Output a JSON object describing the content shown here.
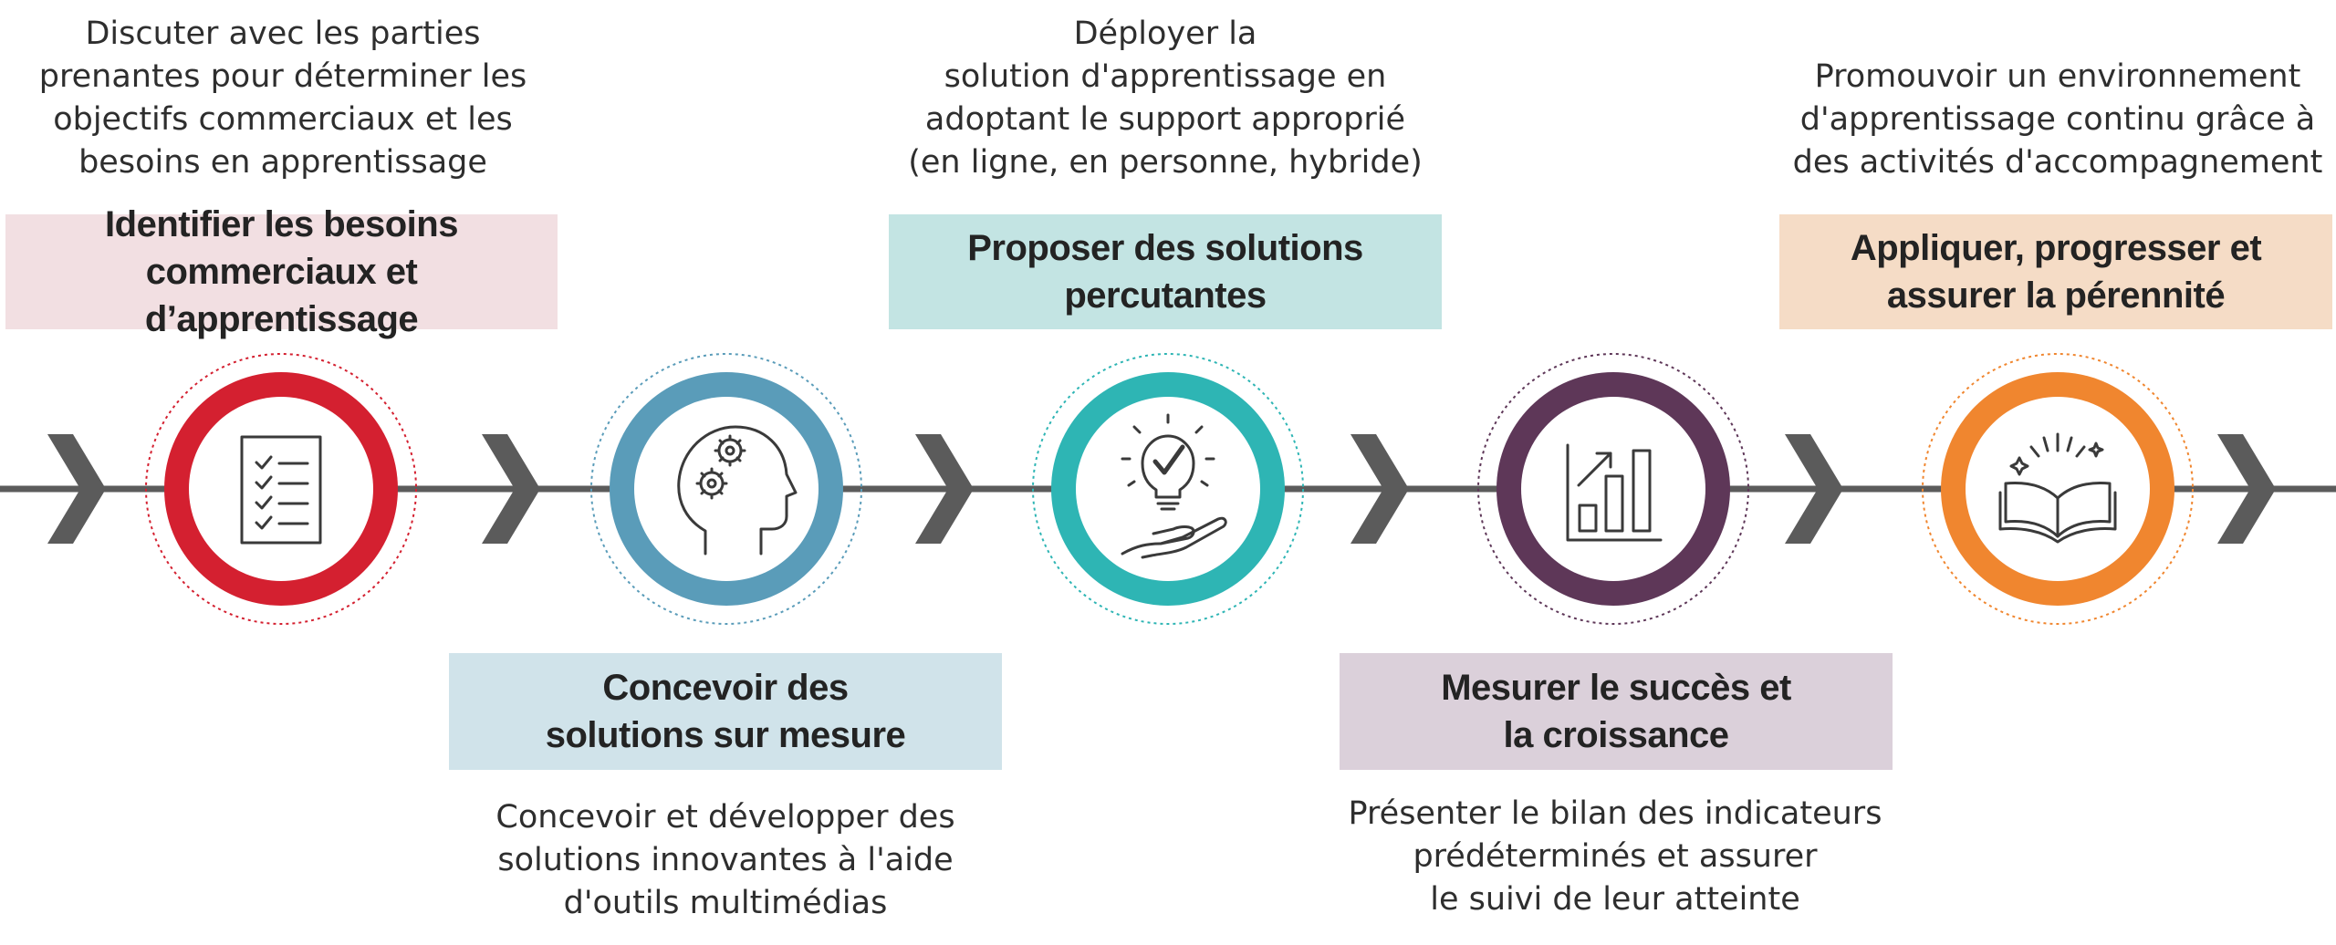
{
  "steps": [
    {
      "title": "Identifier les besoins\ncommerciaux et d’apprentissage",
      "description": "Discuter avec les parties\nprenantes pour déterminer les\nobjectifs commerciaux et les\nbesoins en apprentissage",
      "icon": "checklist-icon",
      "ring_color": "#d42030",
      "box_color": "#f2dfe2"
    },
    {
      "title": "Concevoir des\nsolutions sur mesure",
      "description": "Concevoir et développer des\nsolutions innovantes à l'aide\nd'outils multimédias",
      "icon": "head-gears-icon",
      "ring_color": "#5a9cb9",
      "box_color": "#d0e3ea"
    },
    {
      "title": "Proposer des solutions\npercutantes",
      "description": "Déployer la\nsolution d'apprentissage en\nadoptant le support approprié\n(en ligne, en personne, hybride)",
      "icon": "lightbulb-hand-icon",
      "ring_color": "#2eb5b4",
      "box_color": "#c3e4e3"
    },
    {
      "title": "Mesurer le succès et\nla croissance",
      "description": "Présenter le bilan des indicateurs\nprédéterminés et assurer\nle suivi de leur atteinte",
      "icon": "growth-chart-icon",
      "ring_color": "#5e3758",
      "box_color": "#dbd0da"
    },
    {
      "title": "Appliquer, progresser et\nassurer la pérennité",
      "description": "Promouvoir un environnement\nd'apprentissage continu grâce à\ndes activités d'accompagnement",
      "icon": "open-book-icon",
      "ring_color": "#f0862f",
      "box_color": "#f5dcc6"
    }
  ],
  "line_color": "#5b5b5b"
}
